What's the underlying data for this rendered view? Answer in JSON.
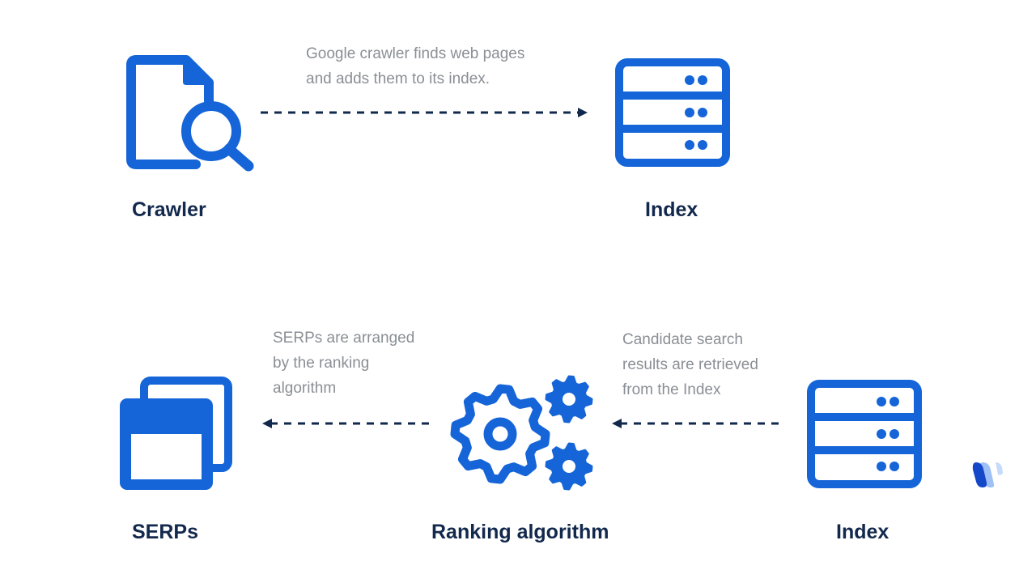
{
  "colors": {
    "icon_blue": "#1565d8",
    "label_navy": "#12284c",
    "desc_gray": "#8a8f95",
    "arrow_navy": "#12284c"
  },
  "crawler": {
    "label": "Crawler",
    "icon": "document-search-icon"
  },
  "index_top": {
    "label": "Index",
    "icon": "server-stack-icon"
  },
  "crawl_desc": {
    "line1": "Google crawler finds web pages",
    "line2": "and adds them to its index."
  },
  "serps": {
    "label": "SERPs",
    "icon": "stacked-windows-icon"
  },
  "ranking": {
    "label": "Ranking algorithm",
    "icon": "gears-icon"
  },
  "index_bottom": {
    "label": "Index",
    "icon": "server-stack-icon"
  },
  "serps_desc": {
    "line1": "SERPs are arranged",
    "line2": "by the ranking",
    "line3": "algorithm"
  },
  "retrieve_desc": {
    "line1": "Candidate search",
    "line2": "results are retrieved",
    "line3": "from the Index"
  },
  "logo": {
    "icon": "brand-logo-icon"
  }
}
